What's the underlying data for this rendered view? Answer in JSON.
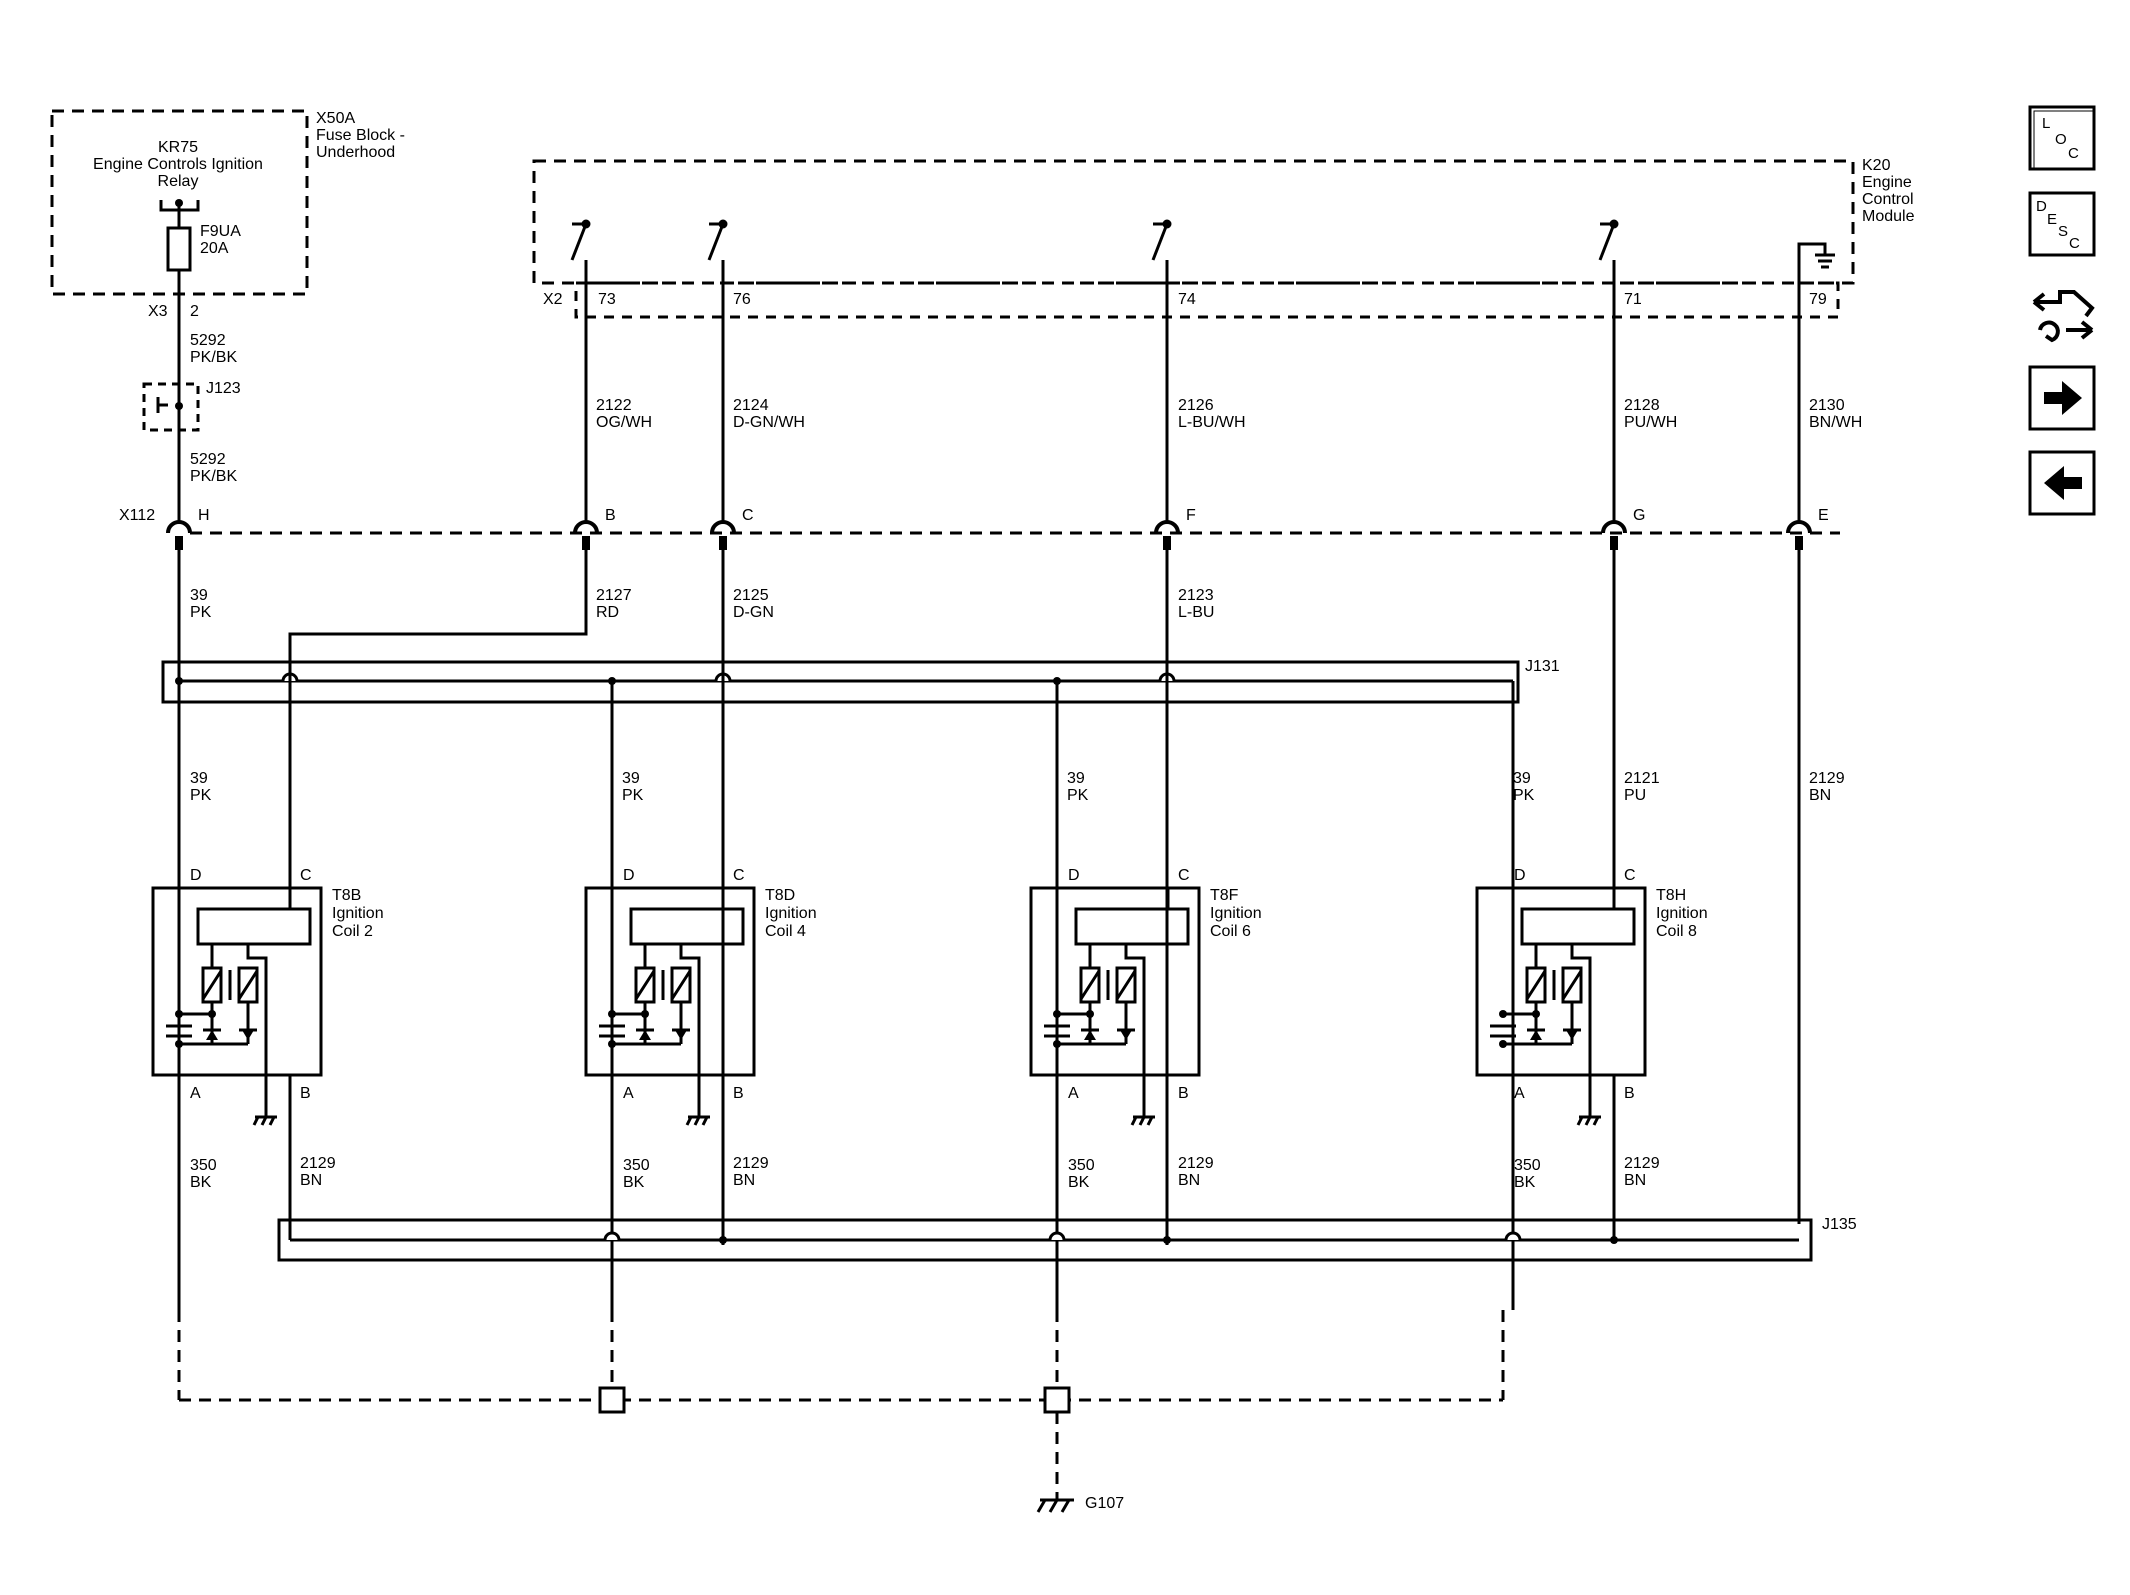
{
  "fuse_block": {
    "name": "X50A",
    "line1": "Fuse Block -",
    "line2": "Underhood",
    "relay_id": "KR75",
    "relay_line1": "Engine Controls Ignition",
    "relay_line2": "Relay",
    "fuse_id": "F9UA",
    "fuse_rating": "20A",
    "connector": "X3",
    "pin": "2"
  },
  "ecm": {
    "name": "K20",
    "line1": "Engine",
    "line2": "Control",
    "line3": "Module",
    "connector": "X2",
    "pins": [
      "73",
      "76",
      "74",
      "71",
      "79"
    ]
  },
  "splice_j123": "J123",
  "wires_top": [
    {
      "circuit": "5292",
      "color": "PK/BK"
    },
    {
      "circuit": "5292",
      "color": "PK/BK"
    },
    {
      "circuit": "2122",
      "color": "OG/WH"
    },
    {
      "circuit": "2124",
      "color": "D-GN/WH"
    },
    {
      "circuit": "2126",
      "color": "L-BU/WH"
    },
    {
      "circuit": "2128",
      "color": "PU/WH"
    },
    {
      "circuit": "2130",
      "color": "BN/WH"
    }
  ],
  "inline_connector": {
    "name": "X112",
    "pins": [
      "H",
      "B",
      "C",
      "F",
      "G",
      "E"
    ]
  },
  "wires_mid": [
    {
      "circuit": "39",
      "color": "PK"
    },
    {
      "circuit": "2127",
      "color": "RD"
    },
    {
      "circuit": "2125",
      "color": "D-GN"
    },
    {
      "circuit": "2123",
      "color": "L-BU"
    }
  ],
  "splice_j131": "J131",
  "splice_j135": "J135",
  "coil_feeds": [
    {
      "circuit": "39",
      "color": "PK"
    },
    {
      "circuit": "39",
      "color": "PK"
    },
    {
      "circuit": "39",
      "color": "PK"
    },
    {
      "circuit": "39",
      "color": "PK"
    },
    {
      "circuit": "2121",
      "color": "PU"
    },
    {
      "circuit": "2129",
      "color": "BN"
    }
  ],
  "coils": [
    {
      "id": "T8B",
      "line1": "Ignition",
      "line2": "Coil 2",
      "pin_d": "D",
      "pin_c": "C",
      "pin_a": "A",
      "pin_b": "B",
      "ground_circuit": "350",
      "ground_color": "BK",
      "low_circuit": "2129",
      "low_color": "BN"
    },
    {
      "id": "T8D",
      "line1": "Ignition",
      "line2": "Coil 4",
      "pin_d": "D",
      "pin_c": "C",
      "pin_a": "A",
      "pin_b": "B",
      "ground_circuit": "350",
      "ground_color": "BK",
      "low_circuit": "2129",
      "low_color": "BN"
    },
    {
      "id": "T8F",
      "line1": "Ignition",
      "line2": "Coil 6",
      "pin_d": "D",
      "pin_c": "C",
      "pin_a": "A",
      "pin_b": "B",
      "ground_circuit": "350",
      "ground_color": "BK",
      "low_circuit": "2129",
      "low_color": "BN"
    },
    {
      "id": "T8H",
      "line1": "Ignition",
      "line2": "Coil 8",
      "pin_d": "D",
      "pin_c": "C",
      "pin_a": "A",
      "pin_b": "B",
      "ground_circuit": "350",
      "ground_color": "BK",
      "low_circuit": "2129",
      "low_color": "BN"
    }
  ],
  "ground": "G107",
  "side_buttons": {
    "loc": [
      "L",
      "O",
      "C"
    ],
    "desc": [
      "D",
      "E",
      "S",
      "C"
    ],
    "icons": [
      "connector-swap-icon",
      "arrow-right-icon",
      "arrow-left-icon"
    ]
  }
}
